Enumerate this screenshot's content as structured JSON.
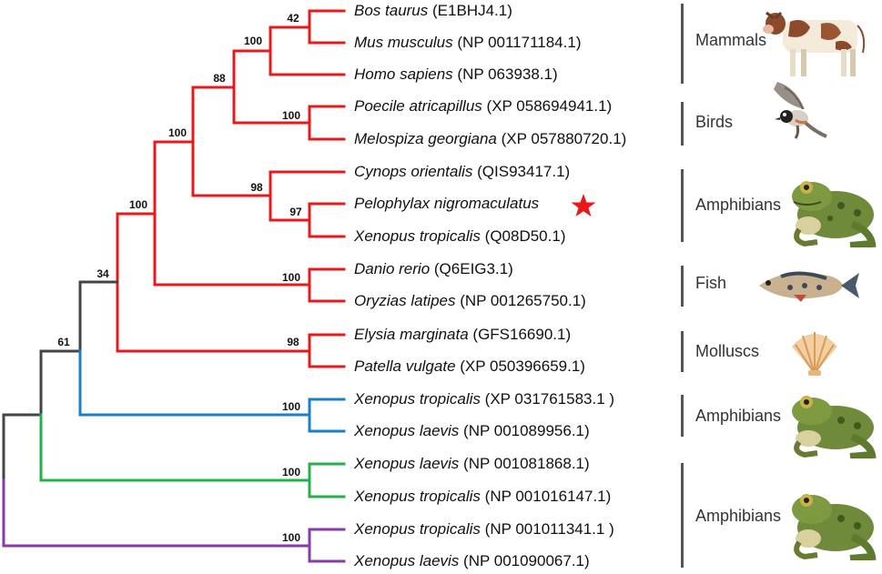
{
  "colors": {
    "red": "#e8191b",
    "blue": "#1a7fc4",
    "green": "#23b04a",
    "purple": "#8a3aa6",
    "stem": "#444444",
    "star": "#e8191b"
  },
  "leaves": [
    {
      "species": "Bos taurus",
      "acc": "(E1BHJ4.1)"
    },
    {
      "species": "Mus musculus",
      "acc": "(NP 001171184.1)"
    },
    {
      "species": "Homo sapiens",
      "acc": "(NP 063938.1)"
    },
    {
      "species": "Poecile atricapillus",
      "acc": "(XP 058694941.1)"
    },
    {
      "species": "Melospiza georgiana",
      "acc": "(XP 057880720.1)"
    },
    {
      "species": "Cynops orientalis",
      "acc": "(QIS93417.1)"
    },
    {
      "species": "Pelophylax nigromaculatus",
      "acc": ""
    },
    {
      "species": "Xenopus tropicalis",
      "acc": "(Q08D50.1)"
    },
    {
      "species": "Danio rerio",
      "acc": "(Q6EIG3.1)"
    },
    {
      "species": "Oryzias latipes",
      "acc": "(NP 001265750.1)"
    },
    {
      "species": "Elysia marginata",
      "acc": "(GFS16690.1)"
    },
    {
      "species": "Patella vulgate",
      "acc": "(XP 050396659.1)"
    },
    {
      "species": "Xenopus tropicalis",
      "acc": "(XP 031761583.1 )"
    },
    {
      "species": "Xenopus laevis",
      "acc": "(NP 001089956.1)"
    },
    {
      "species": "Xenopus laevis",
      "acc": "(NP 001081868.1)"
    },
    {
      "species": "Xenopus tropicalis",
      "acc": "(NP 001016147.1)"
    },
    {
      "species": "Xenopus tropicalis",
      "acc": "(NP 001011341.1 )"
    },
    {
      "species": "Xenopus laevis",
      "acc": "(NP 001090067.1)"
    }
  ],
  "bootstrap": {
    "n42": "42",
    "n100_mammals": "100",
    "n88": "88",
    "n100_birds": "100",
    "n100_tetrapods": "100",
    "n98_amph": "98",
    "n97": "97",
    "n100_vert": "100",
    "n100_fish": "100",
    "n98_moll": "98",
    "n34": "34",
    "n61": "61",
    "n100_blue": "100",
    "n100_green": "100",
    "n100_purple": "100"
  },
  "groups": {
    "mammals": "Mammals",
    "birds": "Birds",
    "amphibians1": "Amphibians",
    "fish": "Fish",
    "molluscs": "Molluscs",
    "amphibians2": "Amphibians",
    "amphibians3": "Amphibians"
  },
  "icons": [
    "cow-icon",
    "bird-icon",
    "frog-icon",
    "fish-icon",
    "shell-icon",
    "frog-icon",
    "frog-icon"
  ],
  "highlight_marker": "star-icon"
}
